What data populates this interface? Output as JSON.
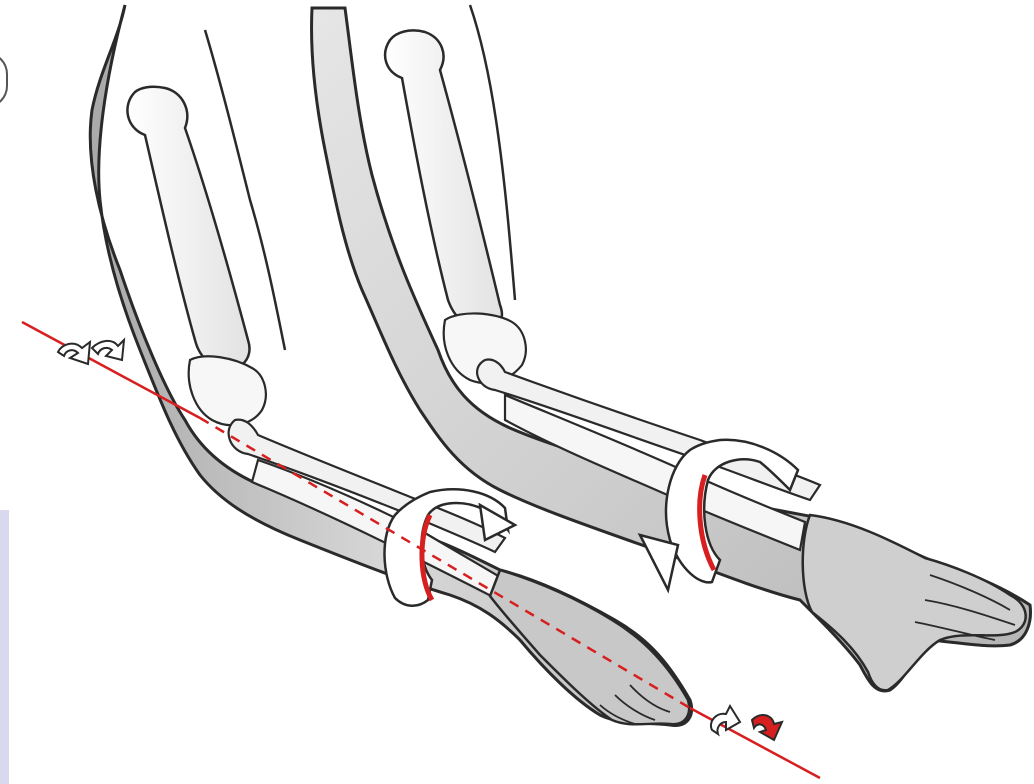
{
  "figure": {
    "subject": "forearm-pronation-supination",
    "panels": [
      {
        "id": "pronated-arm",
        "icon": "rotation-arrow-icon"
      },
      {
        "id": "supinated-arm",
        "icon": "rotation-arrow-icon"
      }
    ],
    "axis": {
      "icon": "rotation-axis-icon"
    },
    "colors": {
      "skin": "#d9d9d9",
      "skin_shadow": "#a8a8a8",
      "bone": "#f4f4f4",
      "outline": "#2a2a2a",
      "accent": "#d71f1f",
      "band": "#ffffff",
      "side_strip": "#d8d8ef"
    }
  }
}
